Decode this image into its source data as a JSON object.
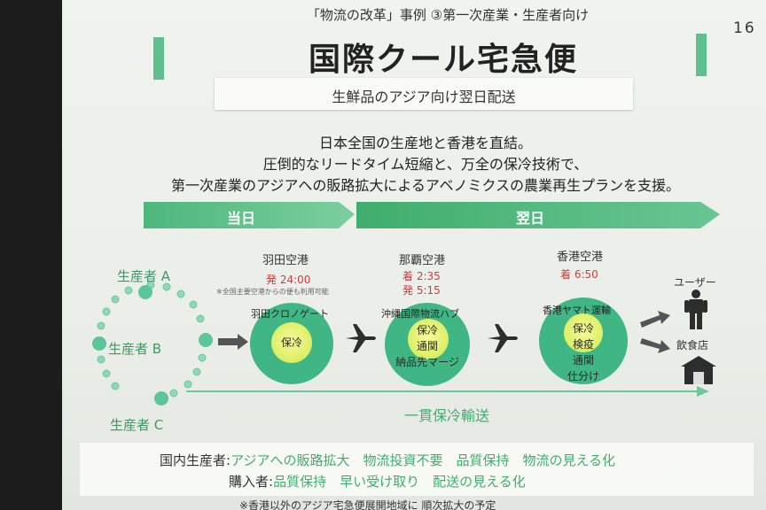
{
  "header": {
    "subtitle": "「物流の改革」事例 ③第一次産業・生産者向け",
    "page_number": "16",
    "title": "国際クール宅急便",
    "tagline": "生鮮品のアジア向け翌日配送"
  },
  "description": {
    "line1": "日本全国の生産地と香港を直結。",
    "line2": "圧倒的なリードタイム短縮と、万全の保冷技術で、",
    "line3": "第一次産業のアジアへの販路拡大によるアベノミクスの農業再生プランを支援。"
  },
  "timeline": {
    "same_day": "当日",
    "next_day": "翌日"
  },
  "producers": [
    "生産者 A",
    "生産者 B",
    "生産者 C"
  ],
  "stops": {
    "haneda": {
      "airport": "羽田空港",
      "time": "発 24:00",
      "note": "※全国主要空港からの便も利用可能",
      "hub": "羽田クロノゲート",
      "steps": [
        "保冷"
      ]
    },
    "naha": {
      "airport": "那覇空港",
      "arrive": "着 2:35",
      "depart": "発 5:15",
      "hub": "沖縄国際物流ハブ",
      "steps": [
        "保冷",
        "通関",
        "納品先マージ"
      ]
    },
    "hongkong": {
      "airport": "香港空港",
      "arrive": "着 6:50",
      "hub": "香港ヤマト運輸",
      "steps": [
        "保冷",
        "検疫",
        "通関",
        "仕分け"
      ]
    }
  },
  "destinations": {
    "user": "ユーザー",
    "restaurant": "飲食店"
  },
  "through_label": "一貫保冷輸送",
  "benefits": {
    "domestic_label": "国内生産者:",
    "domestic_items": "アジアへの販路拡大　物流投資不要　品質保持　物流の見える化",
    "buyer_label": "購入者:",
    "buyer_items": "品質保持　早い受け取り　配送の見える化"
  },
  "footnote": "※香港以外のアジア宅急便展開地域に 順次拡大の予定",
  "colors": {
    "accent_green": "#3db883",
    "light_green": "#5fbf8f",
    "core_yellow": "#dff06a",
    "time_red": "#d63b3b"
  }
}
